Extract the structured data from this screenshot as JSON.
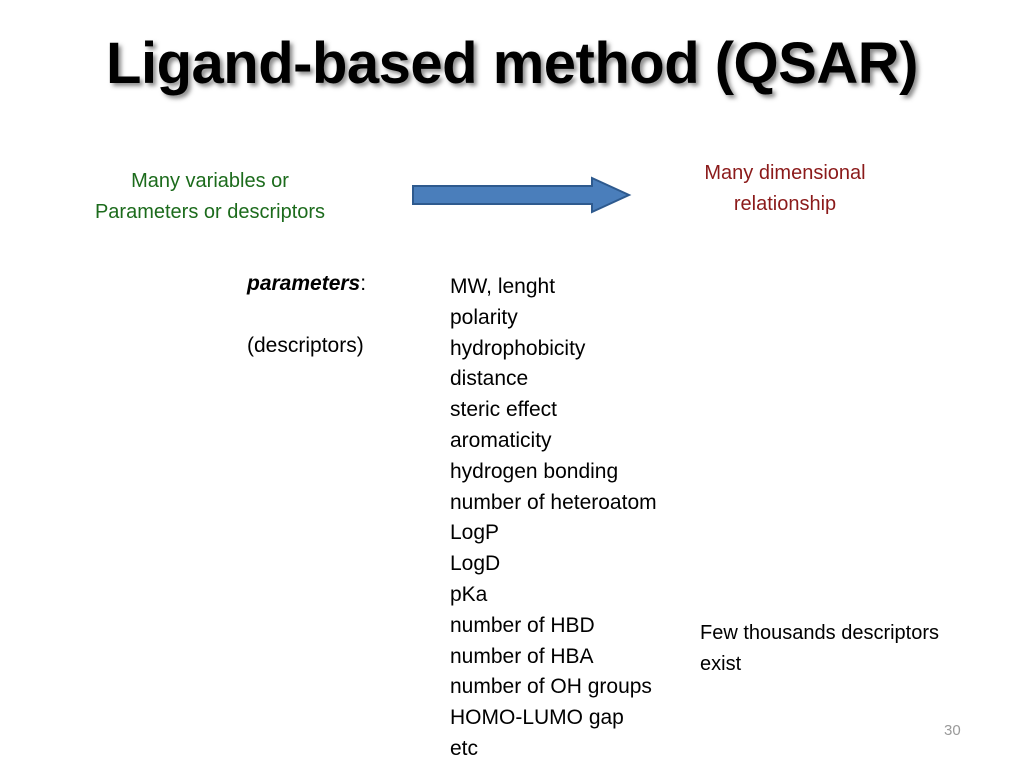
{
  "slide": {
    "title": "Ligand-based method (QSAR)",
    "number": "30",
    "colors": {
      "background": "#ffffff",
      "title_text": "#000000",
      "left_caption": "#1C6B1C",
      "right_caption": "#8B1A1A",
      "arrow_fill": "#4A7EBB",
      "arrow_outline": "#2E5A8E",
      "body_text": "#000000",
      "slide_number": "#9a9a9a"
    }
  },
  "left_caption": {
    "line1": "Many variables or",
    "line2": "Parameters or descriptors"
  },
  "arrow": {
    "icon": "right-block-arrow-icon",
    "direction": "right"
  },
  "right_caption": {
    "line1": "Many dimensional",
    "line2": "relationship"
  },
  "labels": {
    "parameters_emphasis": "parameters",
    "parameters_suffix": ":",
    "descriptors": "(descriptors)"
  },
  "descriptors": [
    "MW, lenght",
    "polarity",
    "hydrophobicity",
    "distance",
    "steric effect",
    "aromaticity",
    "hydrogen bonding",
    "number of heteroatom",
    "LogP",
    "LogD",
    "pKa",
    "number of HBD",
    "number of HBA",
    "number of OH groups",
    "HOMO-LUMO gap",
    "etc"
  ],
  "note": {
    "line1": "Few thousands descriptors",
    "line2": "exist"
  }
}
